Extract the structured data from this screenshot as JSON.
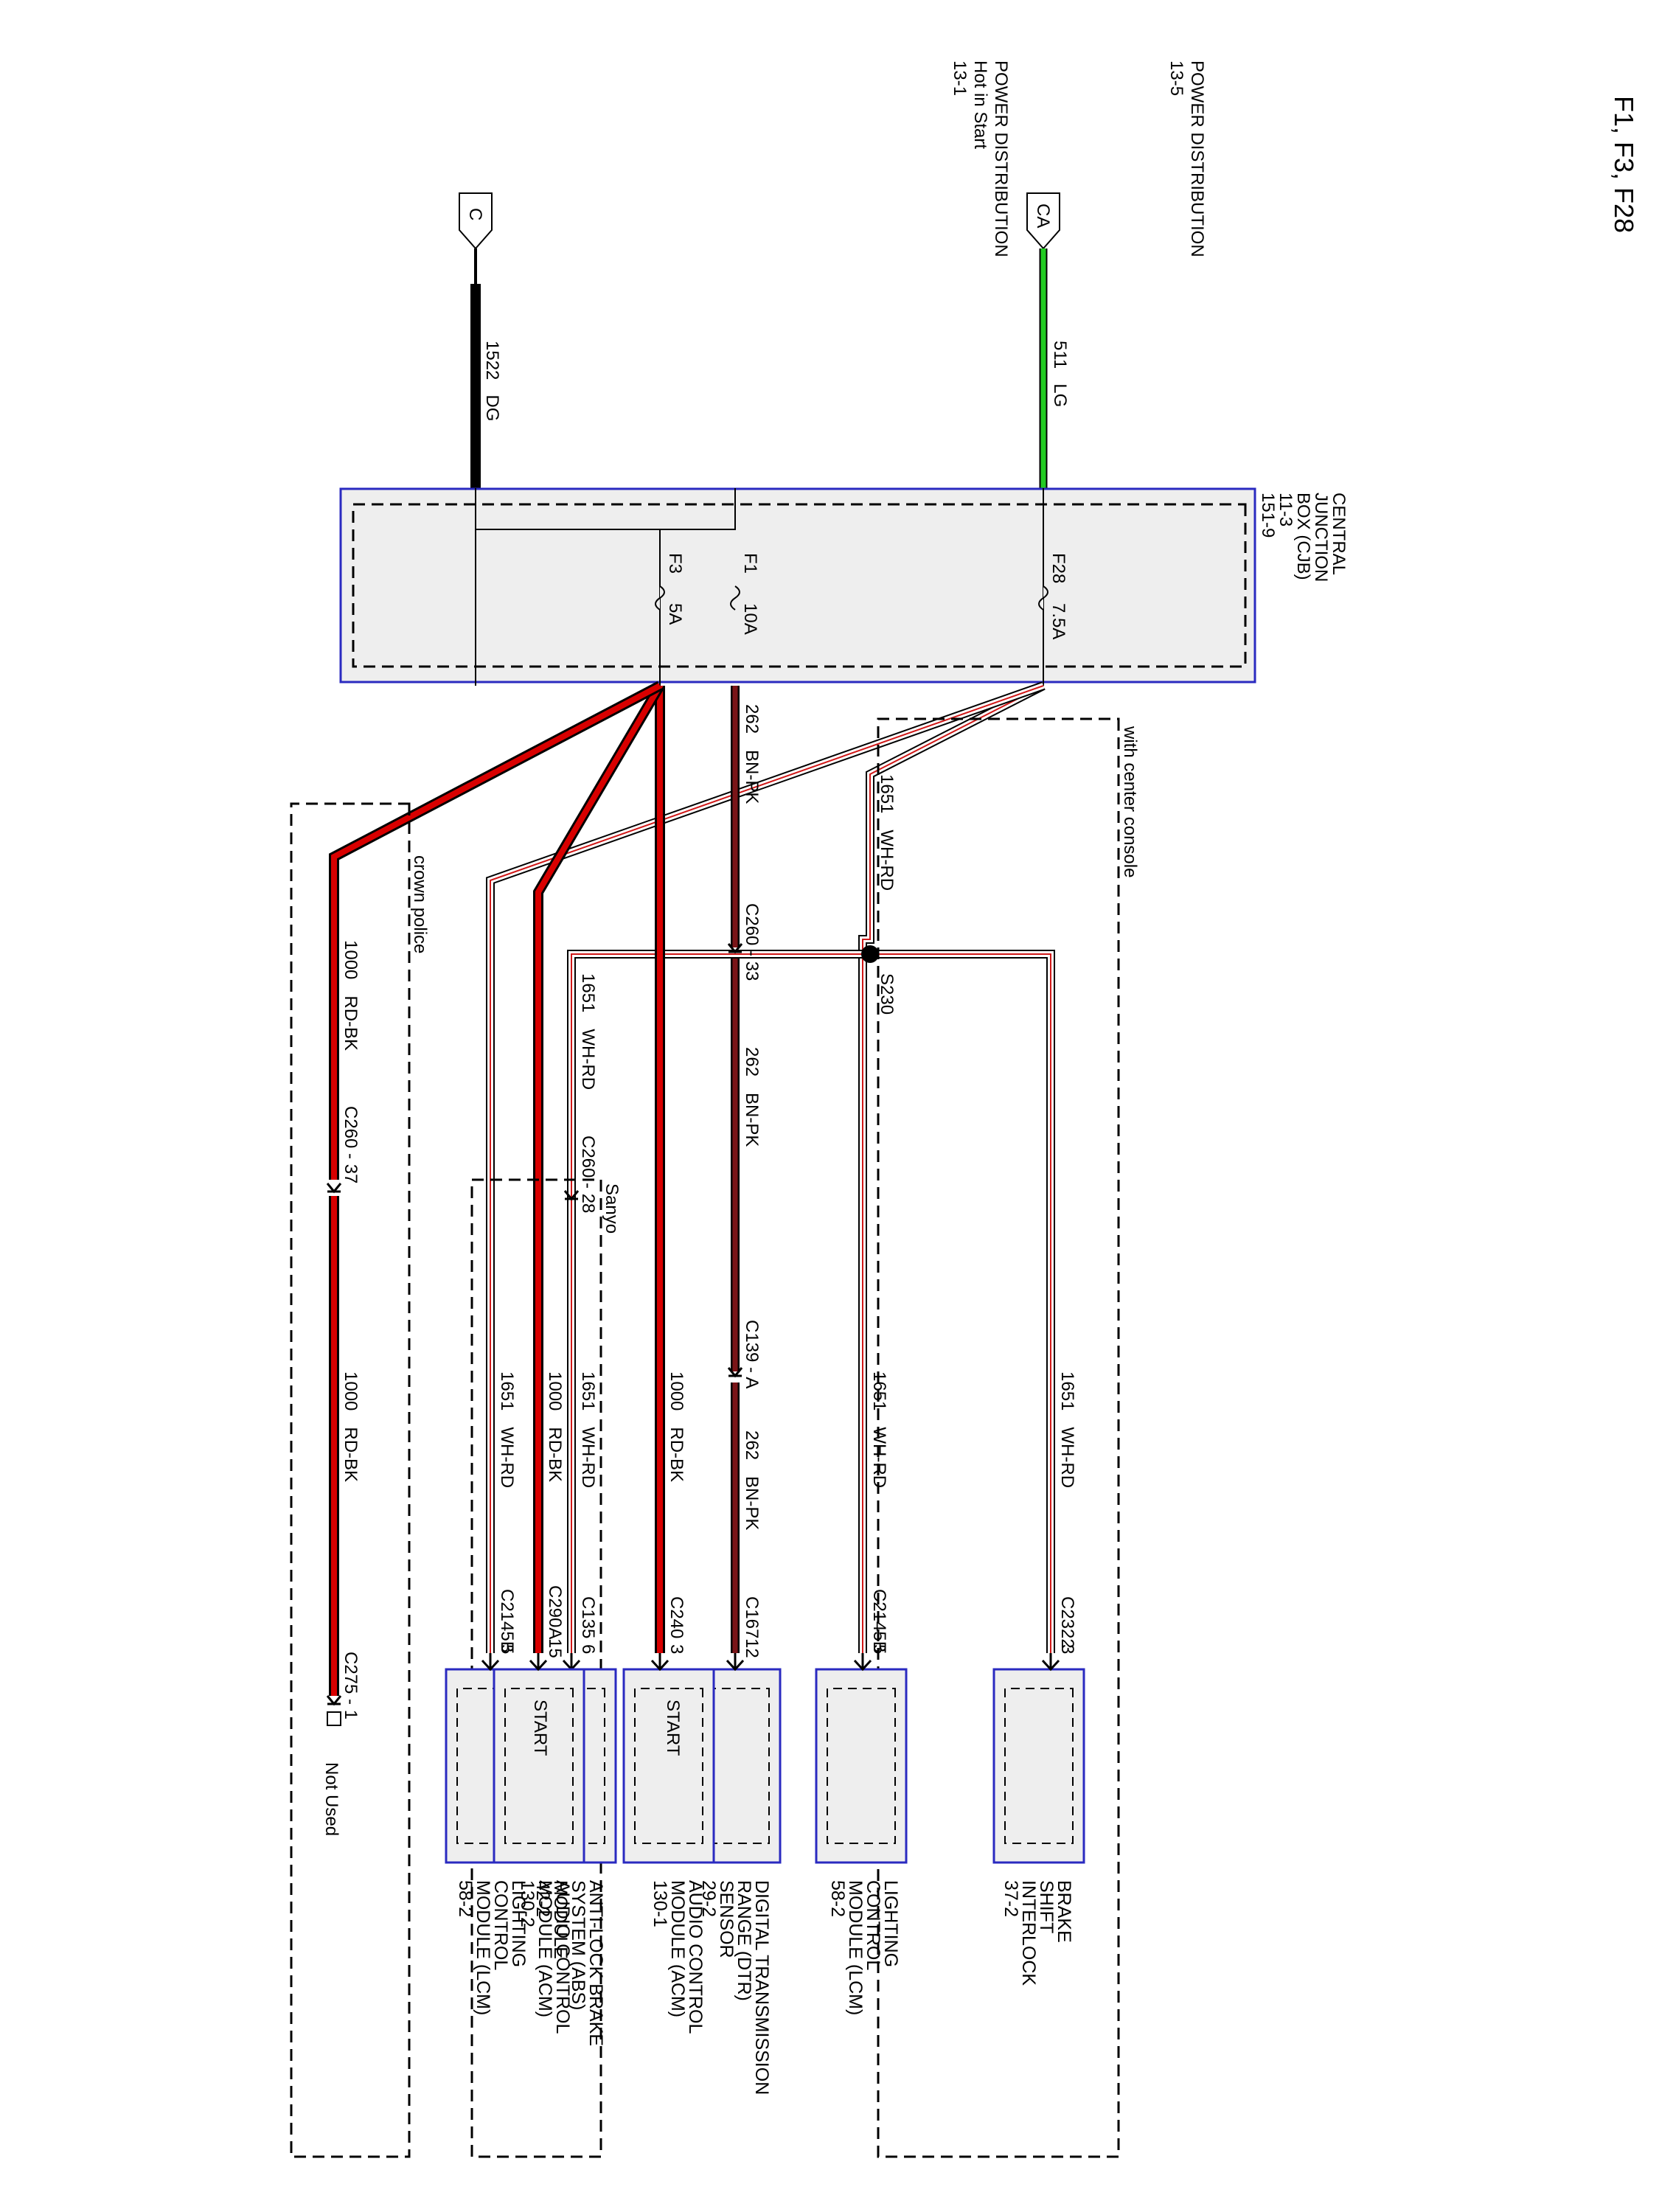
{
  "title": "F1, F3, F28",
  "sources": [
    {
      "line1": "POWER DISTRIBUTION",
      "line3": "13-5",
      "connector": "CA"
    },
    {
      "line1": "POWER DISTRIBUTION",
      "line2": "Hot in Start",
      "line3": "13-1",
      "connector": "C"
    }
  ],
  "cjb": {
    "lines": [
      "CENTRAL",
      "JUNCTION",
      "BOX (CJB)",
      "11-3",
      "151-9"
    ],
    "fuses": [
      {
        "name": "F28",
        "rating": "7.5A"
      },
      {
        "name": "F1",
        "rating": "10A"
      },
      {
        "name": "F3",
        "rating": "5A"
      }
    ]
  },
  "wires": {
    "w511": {
      "circuit": "511",
      "color": "LG"
    },
    "w1522": {
      "circuit": "1522",
      "color": "DG"
    },
    "w262": {
      "circuit": "262",
      "color": "BN-PK"
    },
    "w1651": {
      "circuit": "1651",
      "color": "WH-RD"
    },
    "w1000": {
      "circuit": "1000",
      "color": "RD-BK"
    }
  },
  "inline_connectors": {
    "c260_33": "C260 - 33",
    "c139_a": "C139 - A",
    "c260_28": "C260 - 28",
    "c260_37": "C260 - 37",
    "c275_1": "C275 - 1"
  },
  "splice": "S230",
  "options": {
    "center_console": "with center console",
    "sanyo": "Sanyo",
    "crown_police": "crown police"
  },
  "not_used": "Not Used",
  "components": [
    {
      "connector": "C2322",
      "pin": "3",
      "lines": [
        "BRAKE",
        "SHIFT",
        "INTERLOCK",
        "37-2"
      ]
    },
    {
      "connector": "C2145B",
      "pin": "5",
      "lines": [
        "LIGHTING",
        "CONTROL",
        "MODULE (LCM)",
        "58-2"
      ]
    },
    {
      "connector": "C135",
      "pin": "6",
      "lines": [
        "ANTI-LOCK BRAKE",
        "SYSTEM (ABS)",
        "MODULE",
        "42-2"
      ]
    },
    {
      "connector": "C2145B",
      "pin": "5",
      "lines": [
        "LIGHTING",
        "CONTROL",
        "MODULE (LCM)",
        "58-2"
      ]
    },
    {
      "connector": "C167",
      "pin": "12",
      "lines": [
        "DIGITAL TRANSMISSION",
        "RANGE (DTR)",
        "SENSOR",
        "29-2"
      ]
    },
    {
      "connector": "C240",
      "pin": "3",
      "inner": "START",
      "lines": [
        "AUDIO CONTROL",
        "MODULE (ACM)",
        "130-1"
      ]
    },
    {
      "connector": "C290A",
      "pin": "15",
      "inner": "START",
      "lines": [
        "AUDIO CONTROL",
        "MODULE (ACM)",
        "130-2"
      ]
    }
  ],
  "colors": {
    "LG": "#22cc22",
    "DG": "#000000",
    "BN_PK_core": "#7a1518",
    "WH_RD_core": "#ffffff",
    "WH_RD_stripe": "#d01818",
    "RD_BK_core": "#d80000",
    "box_border": "#2a2ac0",
    "box_fill": "#eeeeee"
  }
}
